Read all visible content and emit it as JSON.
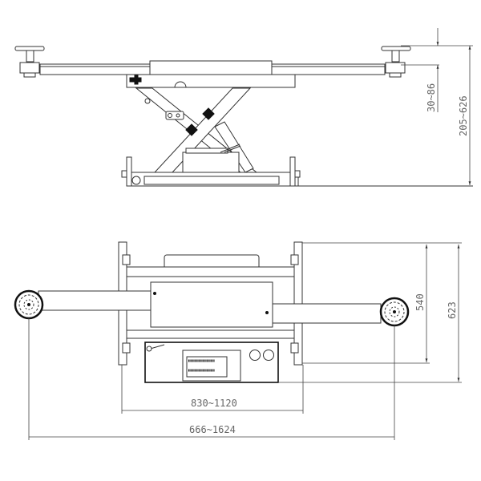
{
  "title": "Scissor jack lift dimension drawing",
  "views": {
    "side": {
      "dimensions": {
        "lift_pad_height": "30~86",
        "total_height": "205~626"
      }
    },
    "top": {
      "dimensions": {
        "frame_depth": "540",
        "overall_depth": "623",
        "frame_width": "830~1120",
        "arm_span": "666~1624"
      }
    }
  }
}
